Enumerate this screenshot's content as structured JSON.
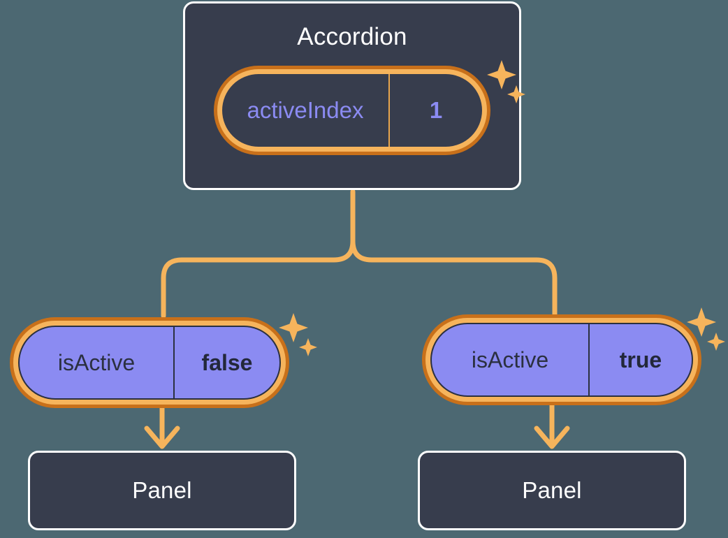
{
  "theme": {
    "background": "#4c6872",
    "card_fill": "#373d4d",
    "card_border": "#ffffff",
    "ring_outer": "#c8701a",
    "ring_inner": "#f6b45c",
    "accent_orange": "#f6b45c",
    "periwinkle": "#8b8bf2",
    "dark_text": "#2b3040",
    "white_text": "#ffffff"
  },
  "diagram": {
    "type": "component-tree",
    "root": {
      "title": "Accordion",
      "prop": {
        "key": "activeIndex",
        "value": "1"
      }
    },
    "branches": [
      {
        "side": "left",
        "prop": {
          "key": "isActive",
          "value": "false"
        },
        "child_title": "Panel"
      },
      {
        "side": "right",
        "prop": {
          "key": "isActive",
          "value": "true"
        },
        "child_title": "Panel"
      }
    ],
    "sparkles": [
      {
        "name": "sparkle-top-right"
      },
      {
        "name": "sparkle-left-pill"
      },
      {
        "name": "sparkle-right-pill"
      }
    ]
  }
}
